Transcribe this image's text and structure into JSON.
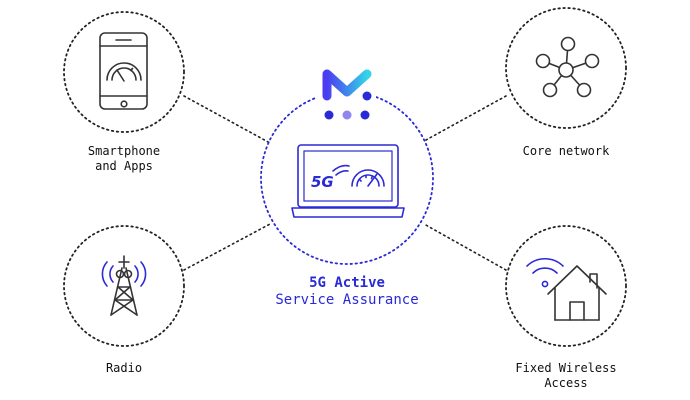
{
  "nodes": {
    "smartphone": {
      "label": "Smartphone\nand Apps",
      "icon": "smartphone-gauge-icon"
    },
    "core": {
      "label": "Core network",
      "icon": "network-hub-icon"
    },
    "radio": {
      "label": "Radio",
      "icon": "radio-tower-icon"
    },
    "fixed_wireless": {
      "label": "Fixed Wireless\nAccess",
      "icon": "wifi-house-icon"
    }
  },
  "center": {
    "title": "5G Active",
    "subtitle": "Service Assurance",
    "laptop_badge": "5G",
    "logo_icon": "brand-logo-icon",
    "laptop_icon": "laptop-5g-gauge-icon"
  },
  "colors": {
    "accent": "#2a2ad6",
    "logo_gradient_start": "#4b3df0",
    "logo_gradient_end": "#33d4e8",
    "line": "#111111",
    "dot_light": "#8e86f0"
  }
}
